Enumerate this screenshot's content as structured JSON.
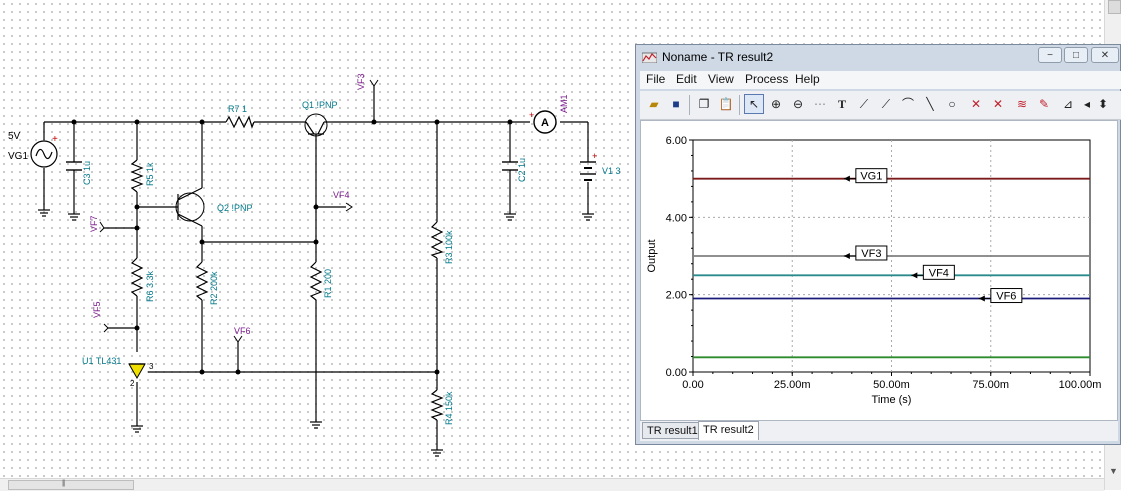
{
  "schematic": {
    "components": {
      "vg1_value": "5V",
      "vg1_name": "VG1",
      "c3": "C3 1u",
      "r5": "R5 1k",
      "r7": "R7 1",
      "q1": "Q1 !PNP",
      "q2": "Q2 !PNP",
      "vf3": "VF3",
      "vf4": "VF4",
      "vf5": "VF5",
      "vf6": "VF6",
      "vf7": "VF7",
      "am1": "AM1",
      "am1_symbol": "A",
      "c2": "C2 1u",
      "v1": "V1 3",
      "r3": "R3 100k",
      "r4": "R4 150k",
      "r2": "R2 200k",
      "r1": "R1 200",
      "r6": "R6 3.3k",
      "u1": "U1 TL431",
      "pin2": "2",
      "pin3": "3",
      "plus_vg1": "+",
      "plus_v1": "+",
      "plus_am1": "+"
    }
  },
  "window": {
    "title": "Noname - TR result2",
    "controls": {
      "minimize": "−",
      "maximize": "□",
      "close": "✕"
    },
    "menu": [
      "File",
      "Edit",
      "View",
      "Process",
      "Help"
    ],
    "toolbar_icons": [
      "open-folder-icon",
      "save-icon",
      "copy-icon",
      "paste-icon",
      "pointer-icon",
      "zoom-in-icon",
      "zoom-out-icon",
      "grid-icon",
      "text-icon",
      "curve-tool-icon",
      "curve-tool-2-icon",
      "curve-tool-3-icon",
      "line-icon",
      "circle-icon",
      "cursor-a-icon",
      "cursor-b-icon",
      "waveform-icon",
      "marker-icon",
      "slope-icon",
      "nav-left-icon",
      "nav-updown-icon"
    ],
    "tabs": [
      {
        "label": "TR result1",
        "selected": false
      },
      {
        "label": "TR result2",
        "selected": true
      }
    ]
  },
  "chart_data": {
    "type": "line",
    "xlabel": "Time (s)",
    "ylabel": "Output",
    "xlim": [
      0,
      0.1
    ],
    "ylim": [
      0,
      6
    ],
    "x_ticks": [
      "0.00",
      "25.00m",
      "50.00m",
      "75.00m",
      "100.00m"
    ],
    "y_ticks": [
      "0.00",
      "2.00",
      "4.00",
      "6.00"
    ],
    "grid": true,
    "series": [
      {
        "name": "VG1",
        "color": "#7a1a1a",
        "x": [
          0,
          0.1
        ],
        "values": [
          5.0,
          5.0
        ]
      },
      {
        "name": "VF3",
        "color": "#808080",
        "x": [
          0,
          0.1
        ],
        "values": [
          3.0,
          3.0
        ]
      },
      {
        "name": "VF4",
        "color": "#2a8a8c",
        "x": [
          0,
          0.1
        ],
        "values": [
          2.5,
          2.5
        ]
      },
      {
        "name": "VF6",
        "color": "#1a1a7a",
        "x": [
          0,
          0.1
        ],
        "values": [
          1.9,
          1.9
        ]
      },
      {
        "name": "",
        "color": "#2e8b2e",
        "x": [
          0,
          0.1
        ],
        "values": [
          0.38,
          0.38
        ]
      }
    ]
  }
}
